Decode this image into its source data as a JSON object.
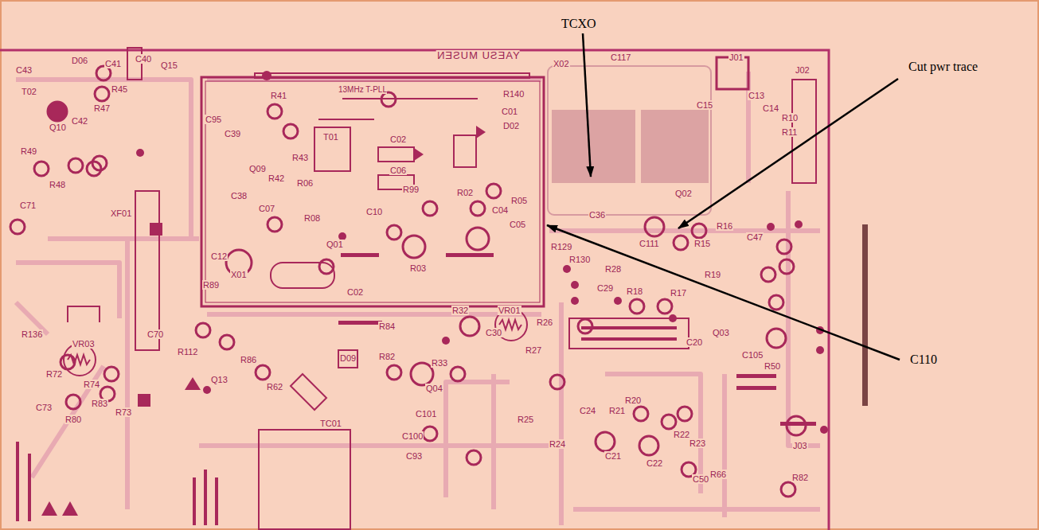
{
  "diagram": {
    "labels": [
      "TCXO",
      "Cut pwr trace",
      "C110",
      "YAESU MUSEN",
      "13MHz T-PLL",
      "C43",
      "D06",
      "C41",
      "C40",
      "Q15",
      "T02",
      "Q10",
      "C42",
      "R47",
      "R45",
      "R49",
      "R48",
      "C71",
      "XF01",
      "C95",
      "R41",
      "C39",
      "T01",
      "R140",
      "C01",
      "D02",
      "C02",
      "Q09",
      "R42",
      "R43",
      "R06",
      "C06",
      "R99",
      "R02",
      "R05",
      "C38",
      "C07",
      "R08",
      "C10",
      "C04",
      "C05",
      "C12",
      "Q01",
      "R03",
      "X02",
      "C117",
      "J01",
      "C13",
      "C14",
      "J02",
      "C15",
      "R10",
      "R11",
      "Q02",
      "C36",
      "R129",
      "R130",
      "R28",
      "C111",
      "R15",
      "R16",
      "C47",
      "R18",
      "R17",
      "R19",
      "C29",
      "Q03",
      "C20",
      "C105",
      "R50",
      "J03",
      "R136",
      "VR03",
      "R72",
      "R74",
      "R83",
      "C73",
      "R80",
      "R73",
      "C70",
      "R112",
      "R89",
      "X01",
      "C02",
      "R84",
      "D09",
      "R82",
      "R62",
      "TC01",
      "Q13",
      "R86",
      "VR01",
      "R32",
      "C30",
      "R27",
      "R26",
      "Q04",
      "R33",
      "C101",
      "C100",
      "C93",
      "R25",
      "R24",
      "C24",
      "R21",
      "R20",
      "R22",
      "R23",
      "C21",
      "C22",
      "C50",
      "R66",
      "R82"
    ]
  }
}
